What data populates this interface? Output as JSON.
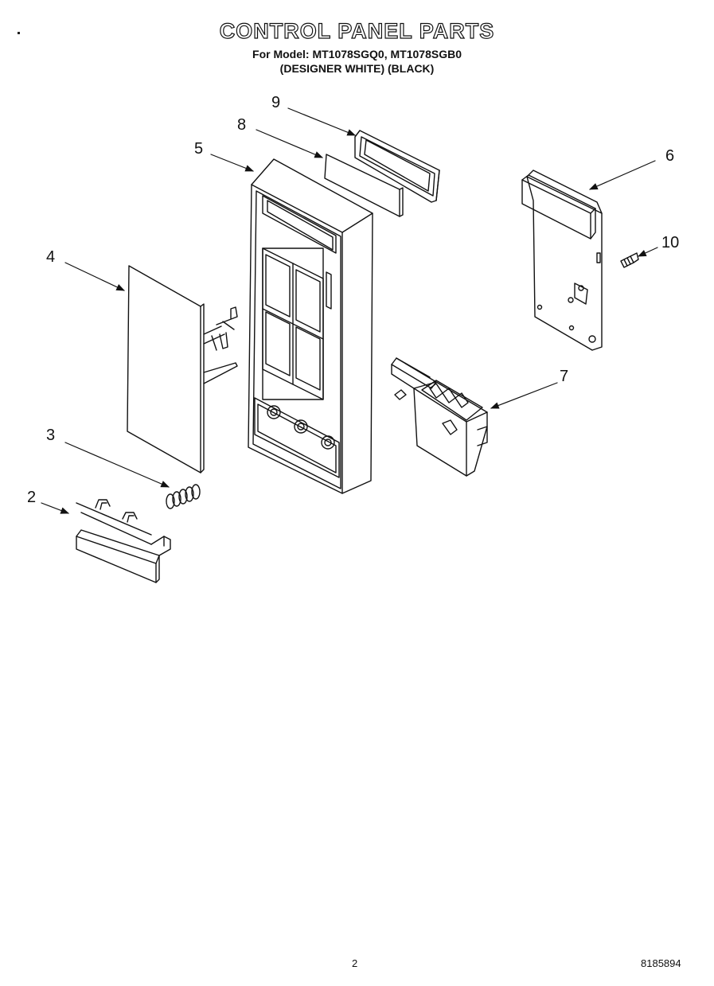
{
  "header": {
    "title": "CONTROL PANEL PARTS",
    "model_line": "For Model: MT1078SGQ0, MT1078SGB0",
    "color_line": "(DESIGNER WHITE) (BLACK)"
  },
  "callouts": [
    {
      "id": "2",
      "label": "2"
    },
    {
      "id": "3",
      "label": "3"
    },
    {
      "id": "4",
      "label": "4"
    },
    {
      "id": "5",
      "label": "5"
    },
    {
      "id": "6",
      "label": "6"
    },
    {
      "id": "7",
      "label": "7"
    },
    {
      "id": "8",
      "label": "8"
    },
    {
      "id": "9",
      "label": "9"
    },
    {
      "id": "10",
      "label": "10"
    }
  ],
  "footer": {
    "page_number": "2",
    "doc_code": "8185894"
  },
  "colors": {
    "ink": "#111111",
    "paper": "#ffffff"
  }
}
